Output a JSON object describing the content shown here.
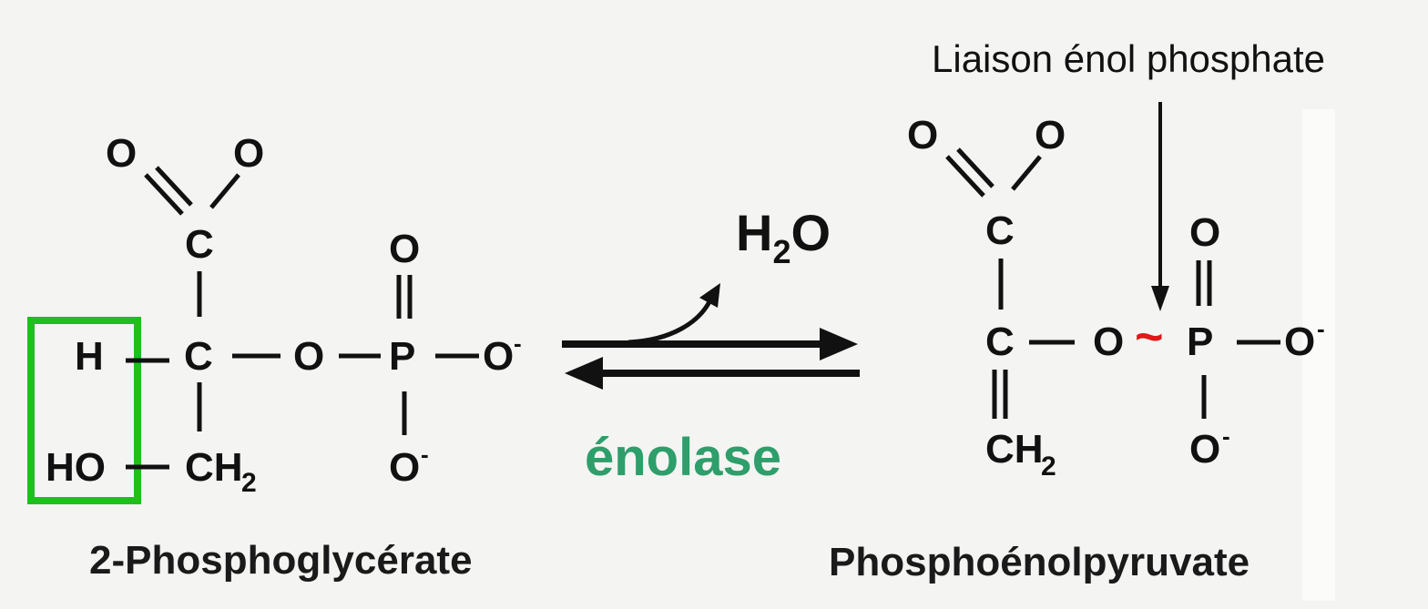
{
  "diagram": {
    "reactant": {
      "name": "2-Phosphoglycérate",
      "atoms": {
        "o_top_left": "O",
        "o_top_right": "O",
        "c_top": "C",
        "h": "H",
        "c_mid": "C",
        "o_bridge": "O",
        "p": "P",
        "o_p_top": "O",
        "o_p_right": "O",
        "o_p_bottom": "O",
        "ho": "HO",
        "ch2_c": "CH",
        "ch2_sub": "2"
      },
      "charge": "-"
    },
    "product": {
      "name": "Phosphoénolpyruvate",
      "atoms": {
        "o_top_left": "O",
        "o_top_right": "O",
        "c_top": "C",
        "c_mid": "C",
        "o_bridge": "O",
        "p": "P",
        "o_p_top": "O",
        "o_p_right": "O",
        "o_p_bottom": "O",
        "ch2_c": "CH",
        "ch2_sub": "2"
      },
      "charge": "-",
      "high_energy_bond": "~"
    },
    "water": {
      "main": "H",
      "sub": "2",
      "tail": "O"
    },
    "enzyme": "énolase",
    "annotation": "Liaison énol phosphate",
    "colors": {
      "highlight_box": "#1fbf1f",
      "enzyme_text": "#2e9e6a",
      "high_energy_bond": "#e01818",
      "ink": "#111111"
    }
  }
}
